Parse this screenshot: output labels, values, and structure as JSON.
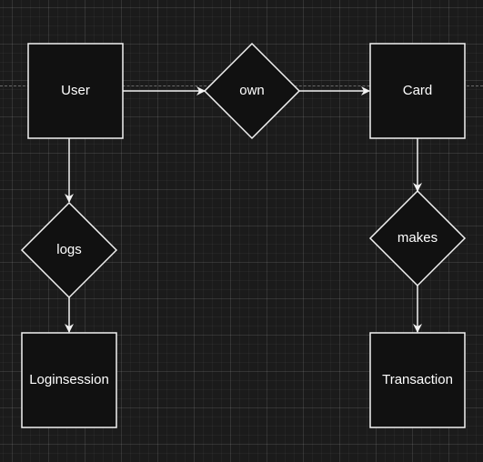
{
  "diagram": {
    "entities": {
      "user": "User",
      "card": "Card",
      "loginsession": "Loginsession",
      "transaction": "Transaction"
    },
    "relationships": {
      "own": "own",
      "logs": "logs",
      "makes": "makes"
    }
  },
  "colors": {
    "background": "#1b1b1b",
    "shape_fill": "#111111",
    "stroke": "#f2f2f2",
    "text": "#ffffff"
  }
}
